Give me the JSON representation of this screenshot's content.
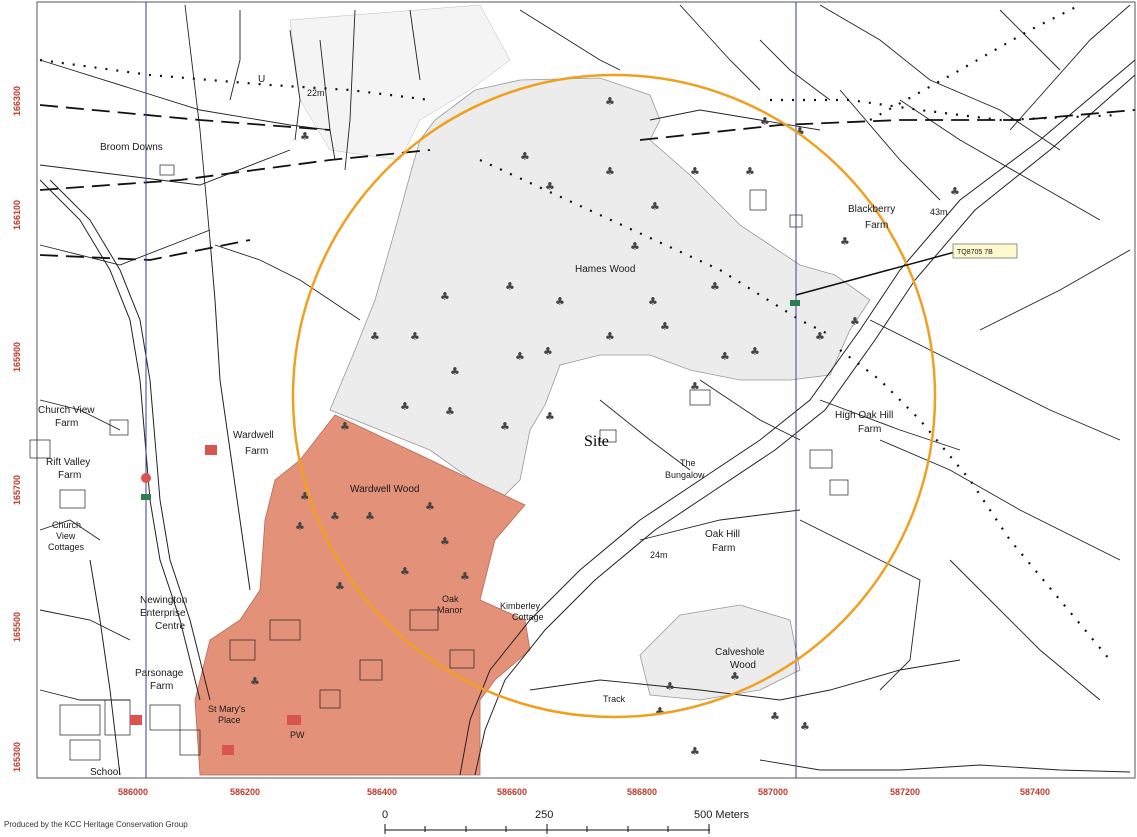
{
  "map": {
    "site_label": "Site",
    "place_labels": [
      {
        "id": "broom-downs",
        "text": "Broom Downs"
      },
      {
        "id": "hamer-wood",
        "text": "Hames Wood"
      },
      {
        "id": "blackberry-farm-1",
        "text": "Blackberry"
      },
      {
        "id": "blackberry-farm-2",
        "text": "Farm"
      },
      {
        "id": "wardwell-farm-1",
        "text": "Wardwell"
      },
      {
        "id": "wardwell-farm-2",
        "text": "Farm"
      },
      {
        "id": "wardwell-wood",
        "text": "Wardwell Wood"
      },
      {
        "id": "high-oak-hill-1",
        "text": "High Oak Hill"
      },
      {
        "id": "high-oak-hill-2",
        "text": "Farm"
      },
      {
        "id": "bungalow-1",
        "text": "The"
      },
      {
        "id": "bungalow-2",
        "text": "Bungalow"
      },
      {
        "id": "oak-hill-farm-1",
        "text": "Oak Hill"
      },
      {
        "id": "oak-hill-farm-2",
        "text": "Farm"
      },
      {
        "id": "church-view-1",
        "text": "Church View"
      },
      {
        "id": "church-view-2",
        "text": "Farm"
      },
      {
        "id": "rift-valley-1",
        "text": "Rift Valley"
      },
      {
        "id": "rift-valley-2",
        "text": "Farm"
      },
      {
        "id": "church-view-cottages-1",
        "text": "Church"
      },
      {
        "id": "church-view-cottages-2",
        "text": "View"
      },
      {
        "id": "church-view-cottages-3",
        "text": "Cottages"
      },
      {
        "id": "newington-1",
        "text": "Newington"
      },
      {
        "id": "newington-2",
        "text": "Enterprise"
      },
      {
        "id": "newington-3",
        "text": "Centre"
      },
      {
        "id": "parsonage-1",
        "text": "Parsonage"
      },
      {
        "id": "parsonage-2",
        "text": "Farm"
      },
      {
        "id": "st-marys-1",
        "text": "St Mary's"
      },
      {
        "id": "st-marys-2",
        "text": "Place"
      },
      {
        "id": "pw",
        "text": "PW"
      },
      {
        "id": "school",
        "text": "School"
      },
      {
        "id": "oak-manor-1",
        "text": "Oak"
      },
      {
        "id": "oak-manor-2",
        "text": "Manor"
      },
      {
        "id": "kimberley-1",
        "text": "Kimberley"
      },
      {
        "id": "kimberley-2",
        "text": "Cottage"
      },
      {
        "id": "calveshole-1",
        "text": "Calveshole"
      },
      {
        "id": "calveshole-2",
        "text": "Wood"
      },
      {
        "id": "elev-22",
        "text": "22m"
      },
      {
        "id": "elev-43",
        "text": "43m"
      },
      {
        "id": "elev-24",
        "text": "24m"
      },
      {
        "id": "track",
        "text": "Track"
      },
      {
        "id": "u",
        "text": "U"
      },
      {
        "id": "mast-label",
        "text": "TQ8705 7B"
      }
    ],
    "y_coords": [
      "166300",
      "166100",
      "165900",
      "165700",
      "165500",
      "165300"
    ],
    "x_coords": [
      "586000",
      "586200",
      "586400",
      "586600",
      "586800",
      "587000",
      "587200",
      "587400"
    ],
    "scalebar": {
      "ticks": [
        "0",
        "250",
        "500 Meters"
      ]
    },
    "credit": "Produced by the KCC Heritage Conservation Group",
    "colors": {
      "study_circle": "#f0a020",
      "heritage_area": "#e4917a",
      "woodland": "#ececec",
      "grid_line": "#3b3b9a",
      "coord_text": "#c0392b"
    }
  }
}
